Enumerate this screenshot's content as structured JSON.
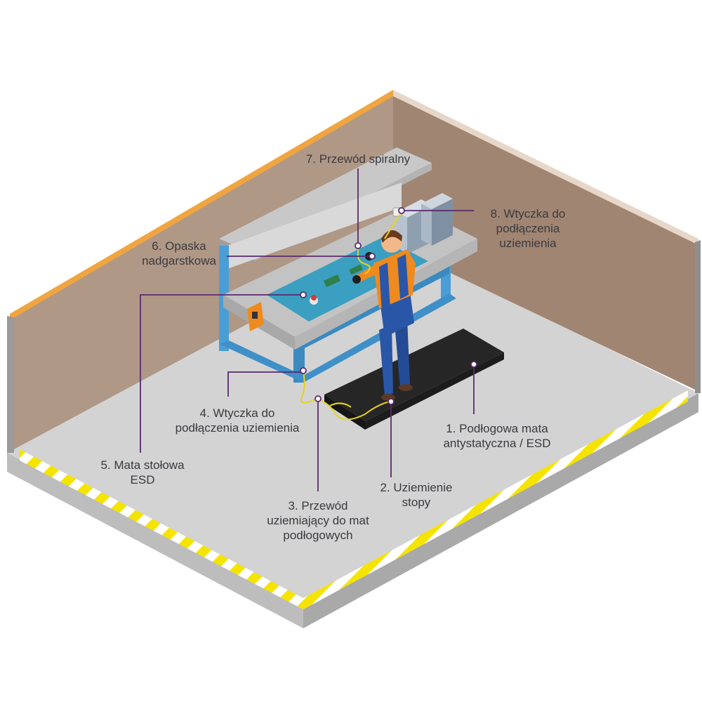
{
  "labels": {
    "floor_mat": "1. Podłogowa mata\nantystatyczna / ESD",
    "foot_ground": "2. Uziemienie\nstopy",
    "floor_ground_cord": "3. Przewód\nuziemiający do mat\npodłogowych",
    "ground_plug_bench": "4. Wtyczka do\npodłączenia uziemienia",
    "table_mat": "5. Mata stołowa\nESD",
    "wrist_strap": "6. Opaska\nnadgarstkowa",
    "coil_cord": "7. Przewód spiralny",
    "ground_plug_wall": "8. Wtyczka do\npodłączenia\nuziemienia"
  },
  "colors": {
    "callout_line": "#5b2a6e",
    "wall": "#a88e7a",
    "floor": "#d2d2d2",
    "hazard_yellow": "#f5e400",
    "bench_frame": "#4a9ed6",
    "mat": "#2b2b2b",
    "table_mat": "#3a9fc0",
    "worker_overalls": "#2a56a8",
    "worker_shirt": "#ef8a1f"
  }
}
